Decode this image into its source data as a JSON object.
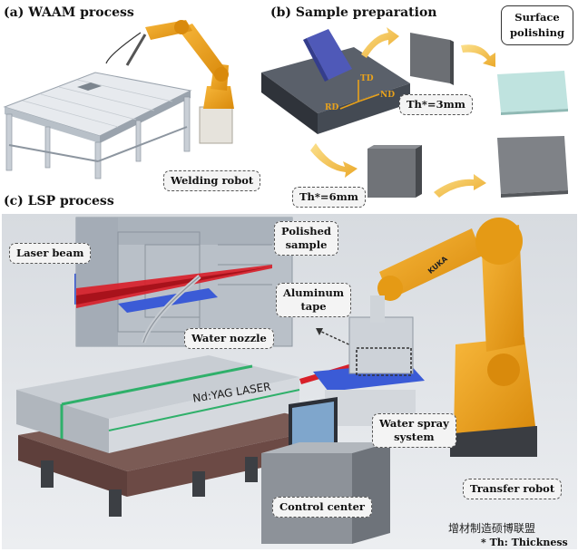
{
  "panels": {
    "a": {
      "title": "(a) WAAM process",
      "welding_robot": "Welding robot"
    },
    "b": {
      "title": "(b) Sample preparation",
      "surface_polishing": "Surface\npolishing",
      "thickness_3": "Th*=3mm",
      "thickness_6": "Th*=6mm",
      "axes": {
        "td": "TD",
        "rd": "RD",
        "nd": "ND"
      }
    },
    "c": {
      "title": "(c) LSP process",
      "laser_beam": "Laser beam",
      "polished_sample": "Polished\nsample",
      "aluminum_tape": "Aluminum\ntape",
      "water_nozzle": "Water nozzle",
      "laser_machine": "Nd:YAG LASER",
      "kuka": "KUKA",
      "water_spray_system": "Water spray\nsystem",
      "control_center": "Control center",
      "transfer_robot": "Transfer robot"
    }
  },
  "footnote": "* Th: Thickness",
  "watermark": "增材制造硕博联盟",
  "colors": {
    "robot_orange": "#f0a31c",
    "laser_red": "#d8202a",
    "panel_bg": "#d9dde2",
    "tape_blue": "#3b5bd6",
    "green_stripe": "#2fb06a"
  }
}
